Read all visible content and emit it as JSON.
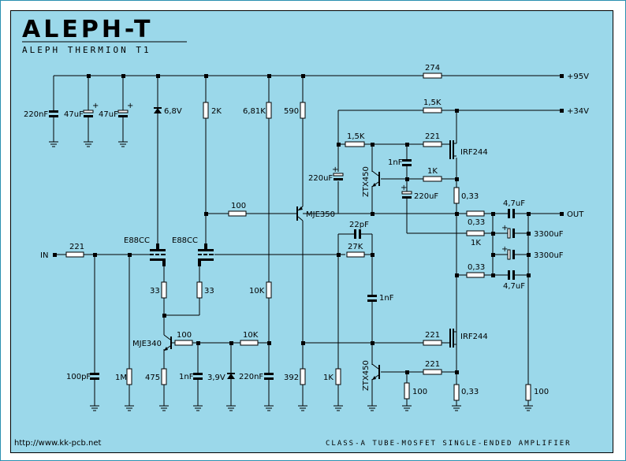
{
  "header": {
    "title": "ALEPH-T",
    "subtitle": "ALEPH THERMION T1"
  },
  "footer": {
    "url": "http://www.kk-pcb.net",
    "description": "CLASS-A TUBE-MOSFET SINGLE-ENDED AMPLIFIER"
  },
  "terminals": {
    "in": "IN",
    "out": "OUT",
    "v95": "+95V",
    "v34": "+34V"
  },
  "components": {
    "r_274": "274",
    "r_15k_top": "1,5K",
    "c_220nf_supply": "220nF",
    "c_47uf_a": "47uF",
    "c_47uf_b": "47uF",
    "z_68v": "6,8V",
    "r_2k": "2K",
    "r_681k": "6,81K",
    "r_590": "590",
    "r_15k_mid": "1,5K",
    "r_221_gate_top": "221",
    "q_irf244_top": "IRF244",
    "c_220uf_a": "220uF",
    "q_ztx450_top": "ZTX450",
    "c_1nf_top": "1nF",
    "r_1k_mid": "1K",
    "c_220uf_b": "220uF",
    "r_033_top": "0,33",
    "r_100_base": "100",
    "q_mje350": "MJE350",
    "r_033_out_a": "0,33",
    "c_47uf_out_a": "4,7uF",
    "r_1k_out": "1K",
    "c_3300uf_a": "3300uF",
    "c_3300uf_b": "3300uF",
    "r_033_out_b": "0,33",
    "c_47uf_out_b": "4,7uF",
    "r_221_in": "221",
    "v1": "E88CC",
    "v2": "E88CC",
    "c_22pf": "22pF",
    "r_27k": "27K",
    "r_33_a": "33",
    "r_33_b": "33",
    "r_10k_vert": "10K",
    "c_1nf_mid": "1nF",
    "q_mje340": "MJE340",
    "r_100_mje340": "100",
    "r_10k_horiz": "10K",
    "r_221_gate_bot": "221",
    "q_irf244_bot": "IRF244",
    "c_100pf": "100pF",
    "r_1m": "1M",
    "r_475": "475",
    "c_1nf_bot": "1nF",
    "z_39v": "3,9V",
    "c_220nf_bot": "220nF",
    "r_392": "392",
    "r_1k_bot": "1K",
    "q_ztx450_bot": "ZTX450",
    "r_221_bot": "221",
    "r_100_bot": "100",
    "r_033_bot": "0,33",
    "r_100_right": "100"
  }
}
